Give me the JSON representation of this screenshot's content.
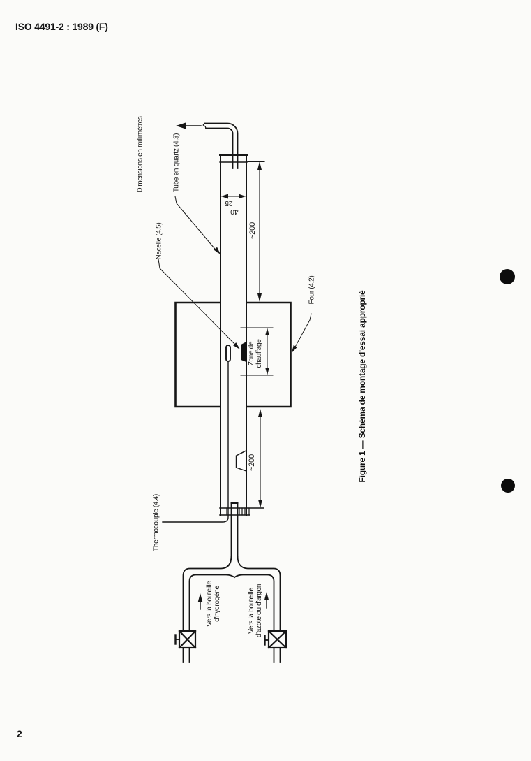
{
  "page": {
    "header": "ISO 4491-2 : 1989 (F)",
    "page_number": "2",
    "units_note": "Dimensions en millimètres",
    "caption": "Figure 1 — Schéma de montage d'essai approprié"
  },
  "diagram": {
    "labels": {
      "tube": "Tube en quartz (4.3)",
      "nacelle": "Nacelle (4.5)",
      "four": "Four (4.2)",
      "thermocouple": "Thermocouple (4.4)",
      "zone": "Zone de\nchauffage",
      "hydrogen": "Vers la bouteille\nd'hydrogène",
      "inert_gas": "Vers la bouteille\nd'azote ou d'argon"
    },
    "dimensions": {
      "length_upper": "~200",
      "length_lower": "~200",
      "inner_diameter": "25",
      "outer_diameter": "40"
    },
    "theme": {
      "ink": "#141414",
      "paper": "#fbfbf9"
    }
  }
}
